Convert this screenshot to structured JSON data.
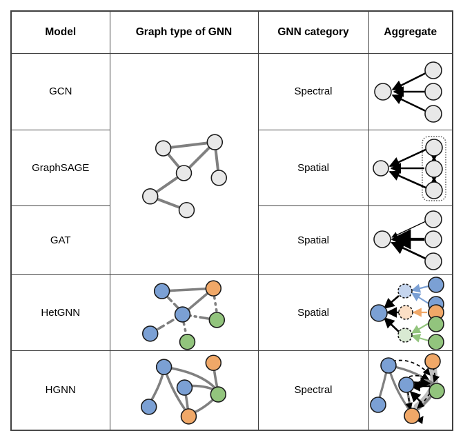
{
  "table": {
    "headers": [
      {
        "key": "model",
        "label": "Model"
      },
      {
        "key": "graph_type",
        "label": "Graph type of GNN"
      },
      {
        "key": "category",
        "label": "GNN category"
      },
      {
        "key": "aggregate",
        "label": "Aggregate"
      }
    ],
    "rows": [
      {
        "model": "GCN",
        "category": "Spectral",
        "graph_type_diagram": "homogeneous-graph-gray",
        "aggregate_diagram": "mean-aggregate-uniform-arrows"
      },
      {
        "model": "GraphSAGE",
        "category": "Spatial",
        "graph_type_diagram": "homogeneous-graph-gray",
        "aggregate_diagram": "sampled-neighborhood-dotted-box"
      },
      {
        "model": "GAT",
        "category": "Spatial",
        "graph_type_diagram": "homogeneous-graph-gray",
        "aggregate_diagram": "attention-weighted-arrows"
      },
      {
        "model": "HetGNN",
        "category": "Spatial",
        "graph_type_diagram": "heterogeneous-graph-colored",
        "aggregate_diagram": "type-wise-two-stage-aggregate"
      },
      {
        "model": "HGNN",
        "category": "Spectral",
        "graph_type_diagram": "hypergraph-colored",
        "aggregate_diagram": "hyperedge-aggregate"
      }
    ]
  },
  "colors": {
    "border": "#3f3f3f",
    "node_gray_fill": "#e8e8e8",
    "node_outline": "#1a1a1a",
    "edge_gray": "#808080",
    "blue": "#7ba0d4",
    "orange": "#f0a868",
    "green": "#92c47d",
    "blue_light": "#c5d5ee",
    "orange_light": "#fbdfc6",
    "green_light": "#d9ead3",
    "arrow_black": "#000000",
    "hyperedge_gray": "#bfbfbf"
  }
}
